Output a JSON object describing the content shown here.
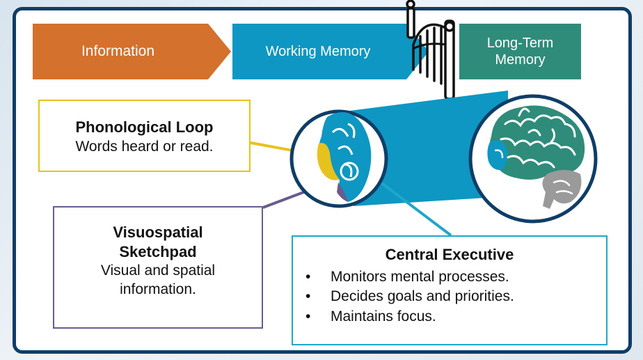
{
  "flow": {
    "information": "Information",
    "working_memory": "Working Memory",
    "long_term_memory": "Long-Term Memory"
  },
  "phonological": {
    "title": "Phonological Loop",
    "body": "Words heard or read."
  },
  "visuospatial": {
    "title": "Visuospatial Sketchpad",
    "body": "Visual and spatial information."
  },
  "central": {
    "title": "Central Executive",
    "items": [
      "Monitors mental processes.",
      "Decides goals and priorities.",
      "Maintains focus."
    ]
  },
  "colors": {
    "frame": "#0f3d67",
    "information": "#d4712c",
    "working_memory": "#0e97c2",
    "long_term_memory": "#2f8c7a",
    "phonological": "#e8c21c",
    "visuospatial": "#6a5b8e",
    "central": "#1ea7cc",
    "brain_gray": "#9a9a9a"
  },
  "icons": {
    "gate": "gate-icon",
    "brain_detail": "brain-fragment-icon",
    "brain": "brain-icon"
  }
}
